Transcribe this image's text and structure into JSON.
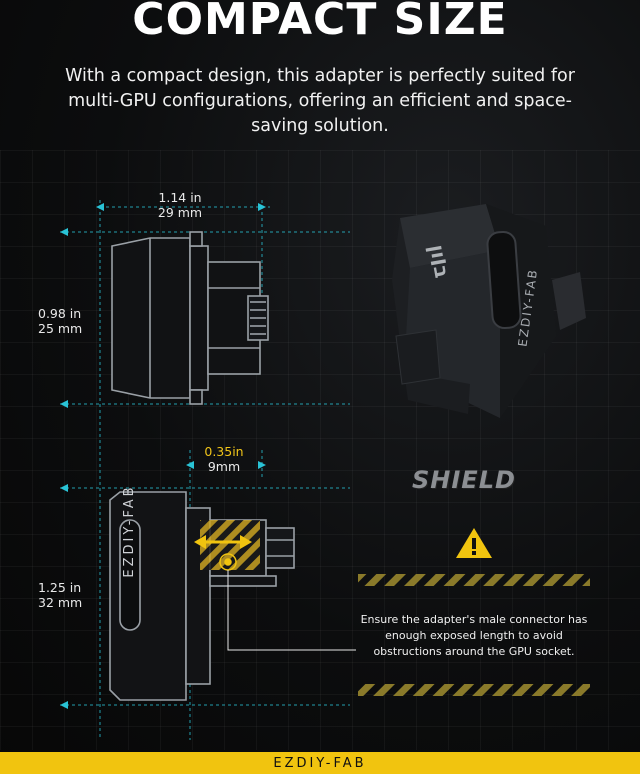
{
  "header": {
    "title": "COMPACT SIZE",
    "subtitle": "With a compact design, this adapter is perfectly suited for multi-GPU configurations, offering an efficient and space-saving solution."
  },
  "top_view": {
    "width_in": "1.14 in",
    "width_mm": "29 mm",
    "height_in": "0.98 in",
    "height_mm": "25 mm"
  },
  "side_view": {
    "depth_in": "1.25 in",
    "depth_mm": "32 mm",
    "exposed_in": "0.35in",
    "exposed_mm": "9mm",
    "brand_label": "EZDIY-FAB"
  },
  "product": {
    "series_name": "SHIELD",
    "brand_label": "EZDIY-FAB"
  },
  "warning": {
    "text": "Ensure the adapter's male connector has enough exposed length to avoid obstructions around the GPU socket."
  },
  "footer": {
    "brand": "EZDIY-FAB"
  },
  "colors": {
    "accent": "#f1c40f",
    "cyan": "#29c3d6",
    "background": "#0b0b0c"
  },
  "icons": [
    "warning-icon",
    "dimension-arrow-icon",
    "target-icon"
  ]
}
